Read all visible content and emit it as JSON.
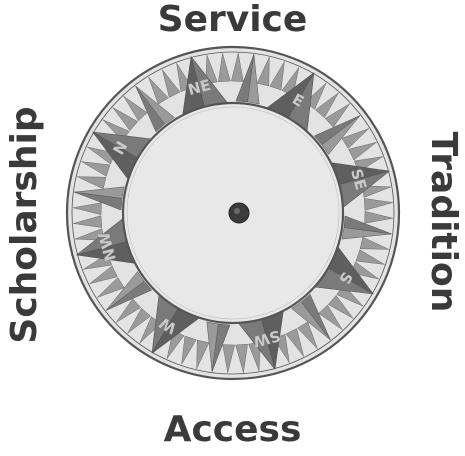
{
  "labels": {
    "top": "Service",
    "bottom": "Access",
    "left": "Scholarship",
    "right": "Tradition"
  },
  "compass": {
    "points": [
      "E",
      "SE",
      "S",
      "SW",
      "W",
      "NW",
      "N",
      "NE"
    ],
    "colors": {
      "ring_fill": "#e3e3e3",
      "outline": "#555555",
      "dark_point": "#5f5f5f",
      "medium_point": "#7a7a7a",
      "light_point": "#9a9a9a",
      "center_face": "#e8e8e8",
      "hub": "#3b3b3b",
      "point_letter": "#c9c9c9"
    }
  }
}
